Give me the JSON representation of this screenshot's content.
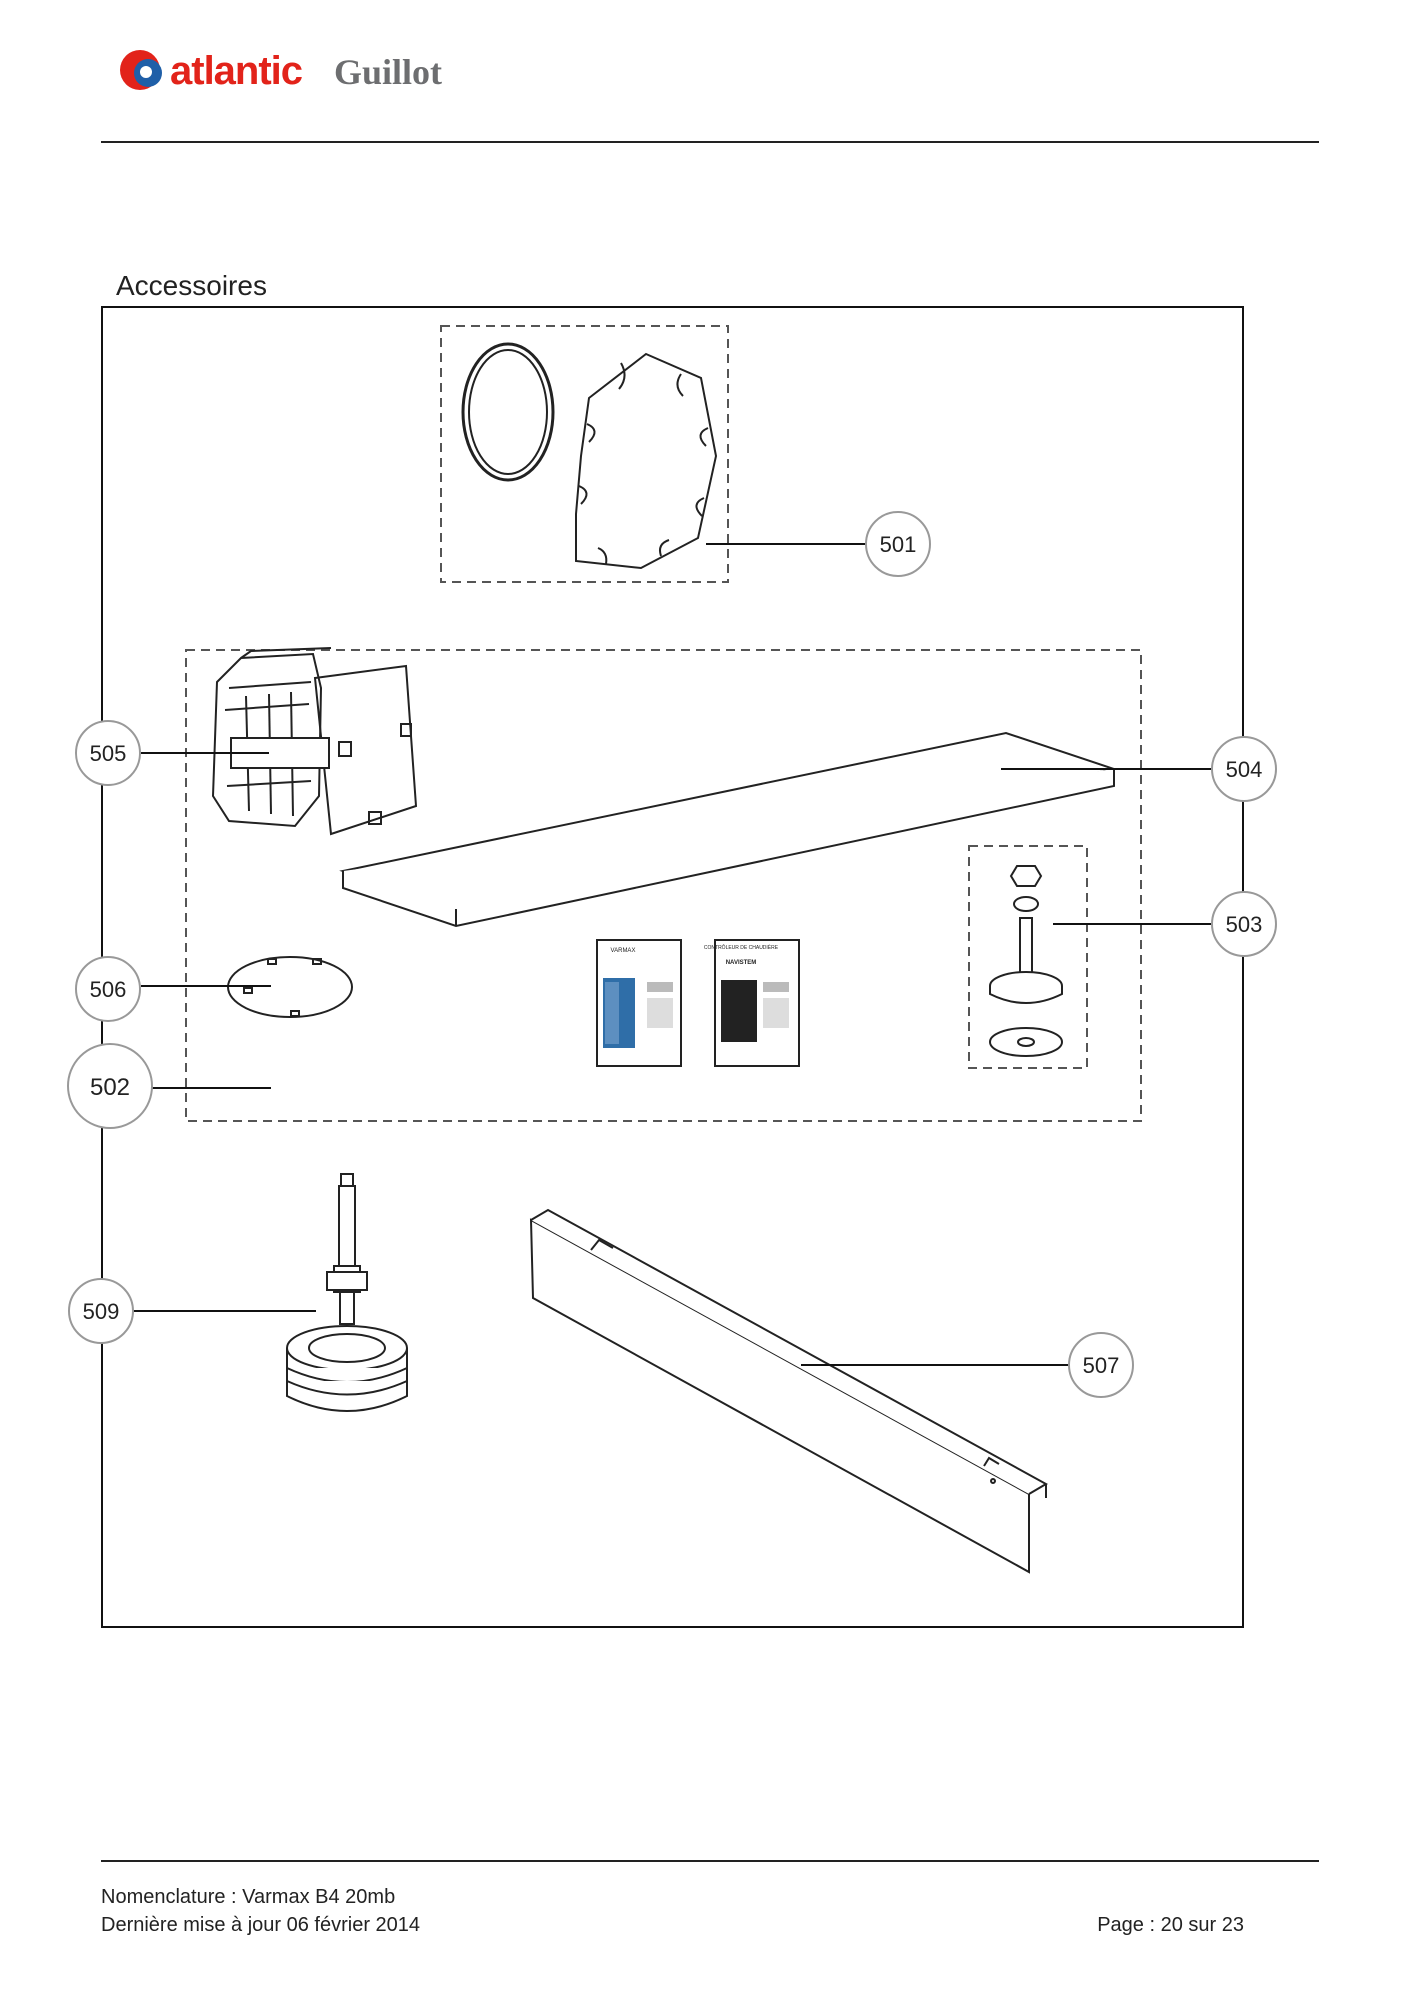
{
  "header": {
    "brand_primary": "atlantic",
    "brand_secondary": "Guillot",
    "brand_colors": {
      "red": "#e2231a",
      "blue": "#1f5fa8",
      "text_red": "#e2231a",
      "text_grey": "#6d6e70"
    }
  },
  "section": {
    "title": "Accessoires"
  },
  "diagram": {
    "callouts": [
      {
        "id": "501",
        "label": "501"
      },
      {
        "id": "505",
        "label": "505"
      },
      {
        "id": "504",
        "label": "504"
      },
      {
        "id": "503",
        "label": "503"
      },
      {
        "id": "506",
        "label": "506"
      },
      {
        "id": "502",
        "label": "502"
      },
      {
        "id": "509",
        "label": "509"
      },
      {
        "id": "507",
        "label": "507"
      }
    ],
    "manual_left": {
      "title": "VARMAX"
    },
    "manual_right": {
      "title": "CONTRÔLEUR DE CHAUDIÈRE",
      "subtitle": "NAVISTEM"
    }
  },
  "footer": {
    "line1": "Nomenclature : Varmax B4 20mb",
    "line2": "Dernière mise à jour 06 février 2014",
    "page": "Page : 20 sur 23"
  }
}
